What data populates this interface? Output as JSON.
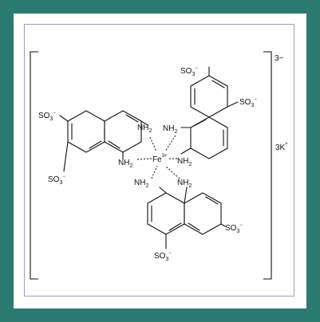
{
  "colors": {
    "background": "#2b7a6f",
    "panel": "#ffffff",
    "ink": "#111111",
    "inner_border": "#9aa0c4"
  },
  "formula": {
    "group_so3": "SO",
    "sub_3": "3",
    "minus": "−",
    "group_nh2": "NH",
    "sub_2": "2",
    "metal": "Fe",
    "metal_charge": "3+",
    "complex_charge": "3−",
    "counter_ion": "3K",
    "counter_charge": "+"
  }
}
